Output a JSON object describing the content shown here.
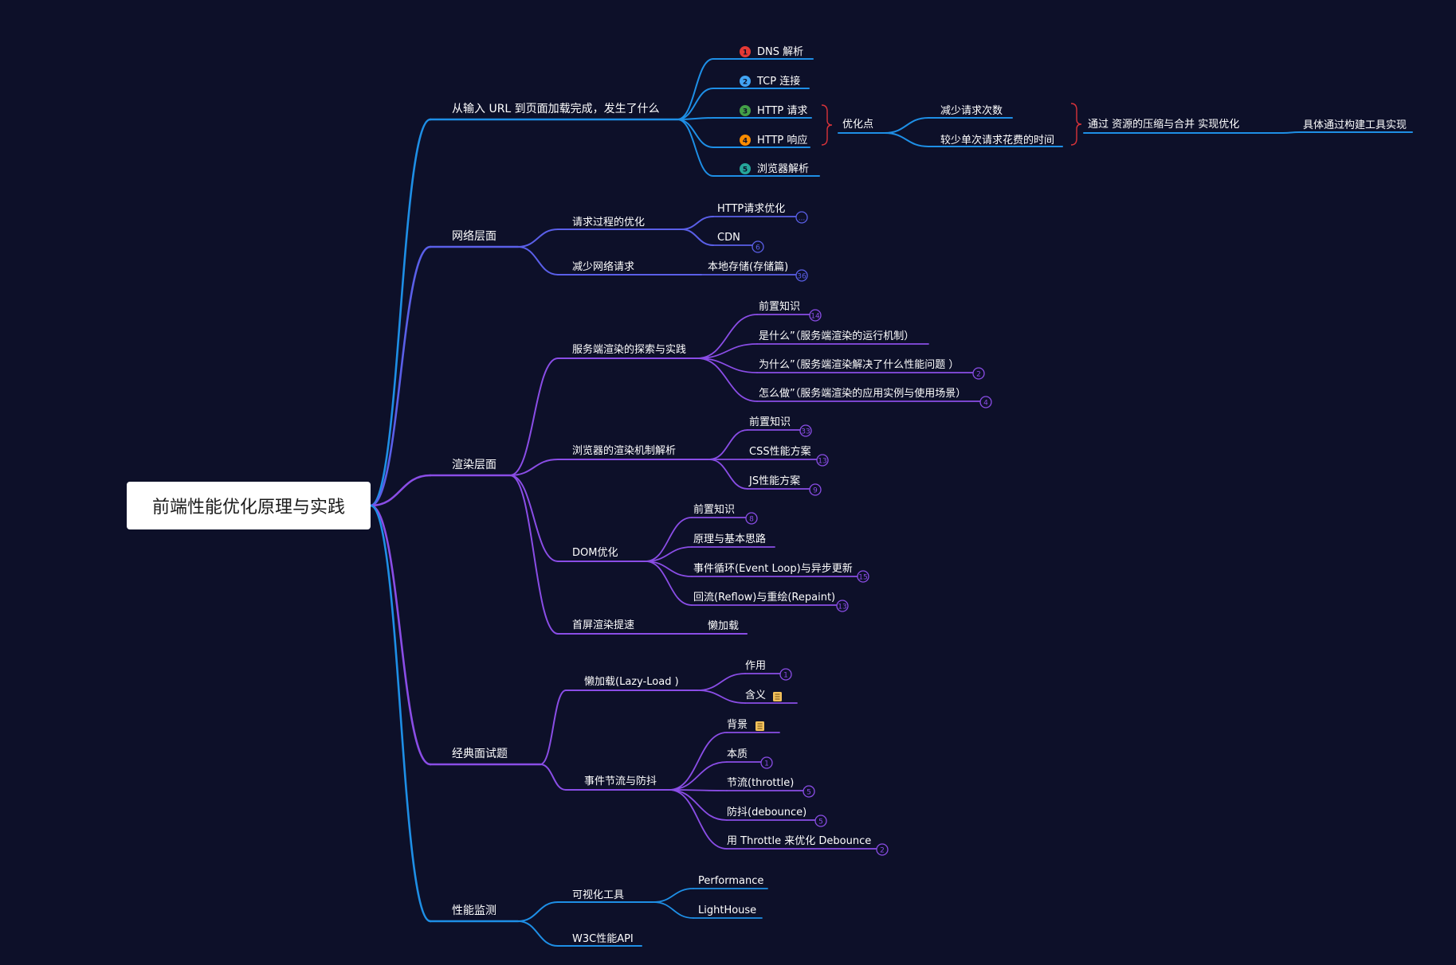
{
  "colors": {
    "background": "#0d1029",
    "branch_blue": "#1e8fe6",
    "branch_indigo": "#5a5fe8",
    "branch_purple": "#8a4de6",
    "root_fill": "#ffffff",
    "root_text": "#1a1a1a",
    "bracket_red": "#d8333a"
  },
  "root": {
    "label": "前端性能优化原理与实践"
  },
  "branches": [
    {
      "label": "从输入 URL 到页面加载完成，发生了什么",
      "children": [
        {
          "label": "DNS 解析",
          "num": "1",
          "num_color": "#e53935"
        },
        {
          "label": "TCP 连接",
          "num": "2",
          "num_color": "#42a5f5"
        },
        {
          "label": "HTTP 请求",
          "num": "3",
          "num_color": "#43a047"
        },
        {
          "label": "HTTP 响应",
          "num": "4",
          "num_color": "#fb8c00"
        },
        {
          "label": "浏览器解析",
          "num": "5",
          "num_color": "#26a69a"
        }
      ],
      "summary": {
        "label": "优化点",
        "children": [
          "减少请求次数",
          "较少单次请求花费的时间"
        ],
        "summary": {
          "label": "通过 资源的压缩与合并 实现优化",
          "child": "具体通过构建工具实现"
        }
      }
    },
    {
      "label": "网络层面",
      "children": [
        {
          "label": "请求过程的优化",
          "children": [
            {
              "label": "HTTP请求优化",
              "badge": "..."
            },
            {
              "label": "CDN",
              "badge": "6"
            }
          ]
        },
        {
          "label": "减少网络请求",
          "children": [
            {
              "label": "本地存储(存储篇)",
              "badge": "36"
            }
          ]
        }
      ]
    },
    {
      "label": "渲染层面",
      "children": [
        {
          "label": "服务端渲染的探索与实践",
          "children": [
            {
              "label": "前置知识",
              "badge": "14"
            },
            {
              "label": "是什么”（服务端渲染的运行机制）",
              "badge": ""
            },
            {
              "label": "为什么”（服务端渲染解决了什么性能问题 ）",
              "badge": "2"
            },
            {
              "label": "怎么做”（服务端渲染的应用实例与使用场景）",
              "badge": "4"
            }
          ]
        },
        {
          "label": "浏览器的渲染机制解析",
          "children": [
            {
              "label": "前置知识",
              "badge": "33"
            },
            {
              "label": "CSS性能方案",
              "badge": "13"
            },
            {
              "label": "JS性能方案",
              "badge": "9"
            }
          ]
        },
        {
          "label": "DOM优化",
          "children": [
            {
              "label": "前置知识",
              "badge": "8"
            },
            {
              "label": "原理与基本思路",
              "badge": ""
            },
            {
              "label": "事件循环(Event Loop)与异步更新",
              "badge": "15"
            },
            {
              "label": "回流(Reflow)与重绘(Repaint)",
              "badge": "13"
            }
          ]
        },
        {
          "label": "首屏渲染提速",
          "children": [
            {
              "label": "懒加载",
              "badge": ""
            }
          ]
        }
      ]
    },
    {
      "label": "经典面试题",
      "children": [
        {
          "label": "懒加载(Lazy-Load )",
          "children": [
            {
              "label": "作用",
              "badge": "1"
            },
            {
              "label": "含义",
              "badge": "",
              "note": true
            }
          ]
        },
        {
          "label": "事件节流与防抖",
          "children": [
            {
              "label": "背景",
              "badge": "",
              "note": true
            },
            {
              "label": "本质",
              "badge": "1"
            },
            {
              "label": "节流(throttle)",
              "badge": "5"
            },
            {
              "label": "防抖(debounce)",
              "badge": "5"
            },
            {
              "label": "用 Throttle 来优化 Debounce",
              "badge": "2"
            }
          ]
        }
      ]
    },
    {
      "label": "性能监测",
      "children": [
        {
          "label": "可视化工具",
          "children": [
            {
              "label": "Performance",
              "badge": ""
            },
            {
              "label": "LightHouse",
              "badge": ""
            }
          ]
        },
        {
          "label": "W3C性能API",
          "children": []
        }
      ]
    }
  ]
}
